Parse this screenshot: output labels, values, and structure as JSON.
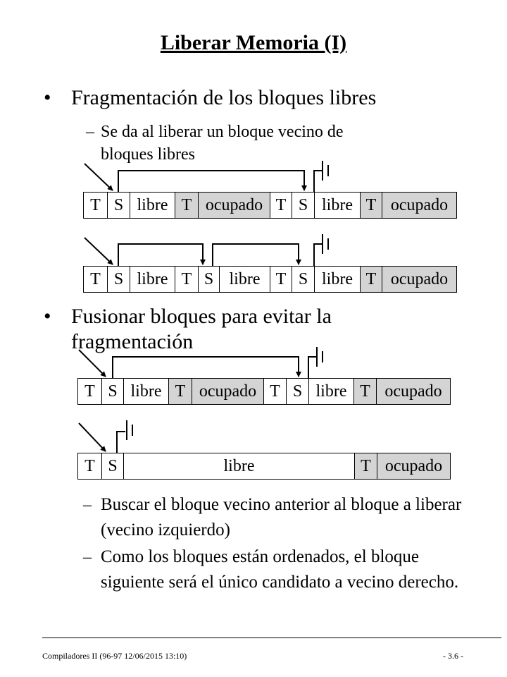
{
  "title": "Liberar Memoria (I)",
  "bullet_char": "•",
  "dash_char": "–",
  "bullets": [
    {
      "text": "Fragmentación de los bloques libres",
      "subs": [
        "Se da al liberar un bloque vecino de bloques libres"
      ]
    },
    {
      "text": "Fusionar bloques para evitar la fragmentación",
      "subs": [
        "Buscar el bloque vecino anterior al bloque a liberar (vecino izquierdo)",
        "Como los bloques están ordenados, el bloque siguiente será el único candidato a vecino derecho."
      ]
    }
  ],
  "diagrams": [
    {
      "cells": [
        "T",
        "S",
        "libre",
        "T",
        "ocupado",
        "T",
        "S",
        "libre",
        "T",
        "ocupado"
      ],
      "shaded": [
        false,
        false,
        false,
        true,
        true,
        false,
        false,
        false,
        true,
        true
      ]
    },
    {
      "cells": [
        "T",
        "S",
        "libre",
        "T",
        "S",
        "libre",
        "T",
        "S",
        "libre",
        "T",
        "ocupado"
      ],
      "shaded": [
        false,
        false,
        false,
        false,
        false,
        false,
        false,
        false,
        false,
        true,
        true
      ]
    },
    {
      "cells": [
        "T",
        "S",
        "libre",
        "T",
        "ocupado",
        "T",
        "S",
        "libre",
        "T",
        "ocupado"
      ],
      "shaded": [
        false,
        false,
        false,
        true,
        true,
        false,
        false,
        false,
        true,
        true
      ]
    },
    {
      "cells": [
        "T",
        "S",
        "libre",
        "T",
        "ocupado"
      ],
      "shaded": [
        false,
        false,
        false,
        true,
        true
      ]
    }
  ],
  "footer": {
    "left": "Compiladores II (96-97  12/06/2015  13:10)",
    "right": "- 3.6 -"
  },
  "colors": {
    "shaded_cell": "#d4d4d4"
  }
}
